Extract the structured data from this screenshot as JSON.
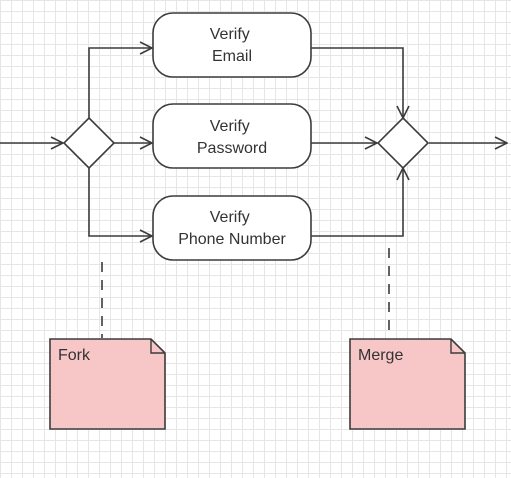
{
  "diagram": {
    "actions": {
      "verify_email": [
        "Verify",
        "Email"
      ],
      "verify_password": [
        "Verify",
        "Password"
      ],
      "verify_phone": [
        "Verify",
        "Phone Number"
      ]
    },
    "notes": {
      "fork": "Fork",
      "merge": "Merge"
    },
    "colors": {
      "stroke": "#3c3c3c",
      "action_fill": "#ffffff",
      "note_fill": "#f7c6c6",
      "grid": "#e6e6e6"
    }
  }
}
